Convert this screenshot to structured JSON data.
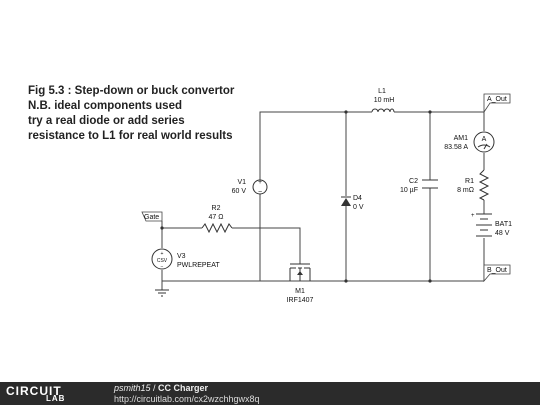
{
  "caption": {
    "lines": [
      "Fig 5.3 : Step-down or buck convertor",
      "N.B. ideal components used",
      "try a real diode or add series",
      "resistance to L1 for real world results"
    ]
  },
  "nodes": {
    "gate": "Gate",
    "a_out": "A_Out",
    "b_out": "B_Out"
  },
  "components": {
    "L1": {
      "name": "L1",
      "value": "10 mH"
    },
    "V1": {
      "name": "V1",
      "value": "60 V"
    },
    "R2": {
      "name": "R2",
      "value": "47 Ω"
    },
    "V3": {
      "name": "V3",
      "value": "PWLREPEAT",
      "symbol": "CSV"
    },
    "M1": {
      "name": "M1",
      "value": "IRF1407"
    },
    "D4": {
      "name": "D4",
      "value": "0 V"
    },
    "C2": {
      "name": "C2",
      "value": "10 µF"
    },
    "AM1": {
      "name": "AM1",
      "value": "83.58 A",
      "symbol": "A"
    },
    "R1": {
      "name": "R1",
      "value": "8 mΩ"
    },
    "BAT1": {
      "name": "BAT1",
      "value": "48 V"
    }
  },
  "symbols": {
    "plus": "+",
    "minus": "−"
  },
  "footer": {
    "logo_top": "CIRCUIT",
    "logo_bottom": "LAB",
    "author": "psmith15",
    "separator": " / ",
    "title": "CC Charger",
    "url": "http://circuitlab.com/cx2wzchhgwx8q"
  }
}
